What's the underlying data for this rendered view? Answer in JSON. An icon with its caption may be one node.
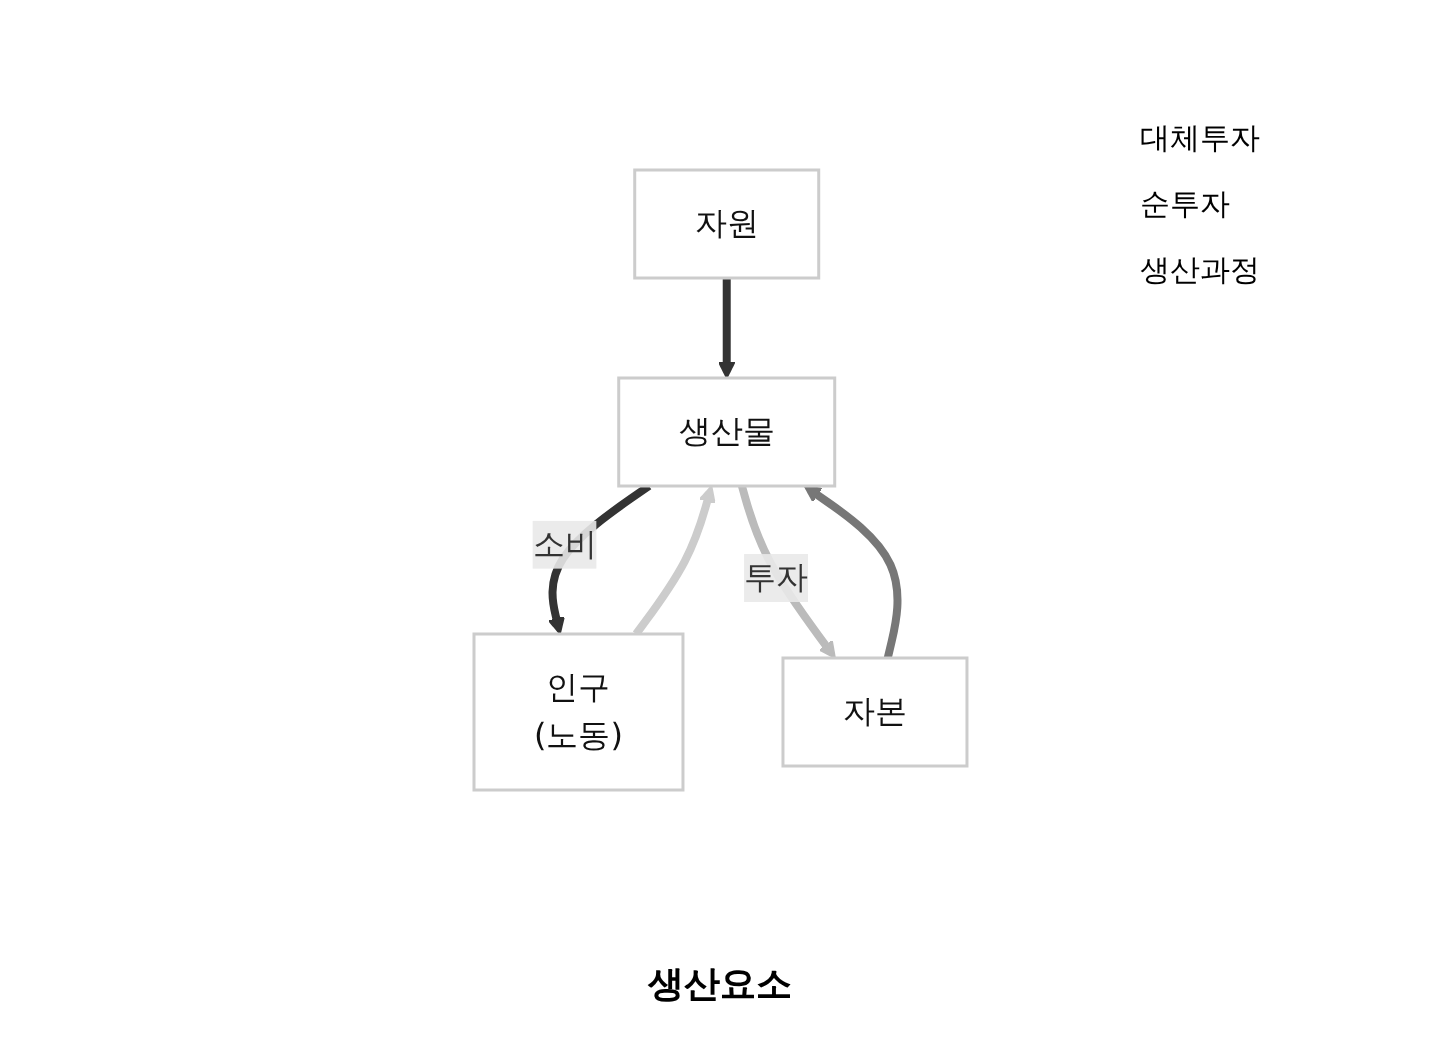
{
  "diagram": {
    "caption": "생산요소",
    "nodes": [
      {
        "text": [
          "생산물"
        ]
      },
      {
        "text": [
          "자원"
        ]
      },
      {
        "text": [
          "자본"
        ]
      },
      {
        "text": [
          "인구",
          "(노동)"
        ]
      }
    ],
    "edges": [
      {
        "from": 0,
        "to": 3,
        "arrow": "to",
        "label": "소비",
        "color": "#333333"
      },
      {
        "from": 0,
        "to": 2,
        "arrow": "to",
        "label": "투자",
        "color": "#bbbbbb"
      },
      {
        "from": 1,
        "to": 0,
        "arrow": "to",
        "color": "#333333"
      },
      {
        "from": 2,
        "to": 0,
        "arrow": "to",
        "color": "#777777"
      },
      {
        "from": 3,
        "to": 0,
        "arrow": "to",
        "color": "#cccccc"
      }
    ],
    "labels": [
      "대체투자",
      "순투자",
      "생산과정"
    ]
  }
}
